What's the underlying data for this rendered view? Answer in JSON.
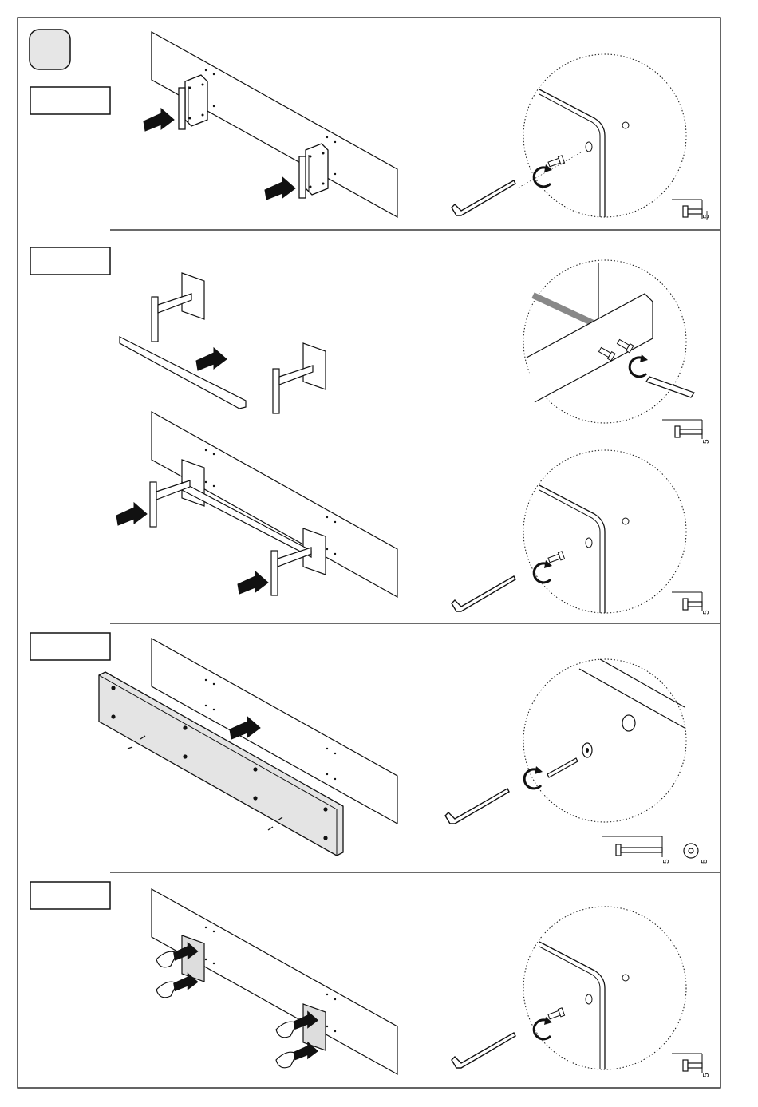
{
  "steps": [
    {
      "screw_length_label": "5"
    },
    {
      "screw_length_label_a": "5",
      "screw_length_label_b": "5"
    },
    {
      "screw_length_label": "5",
      "washer_label": "5"
    },
    {
      "screw_length_label": "5"
    }
  ]
}
